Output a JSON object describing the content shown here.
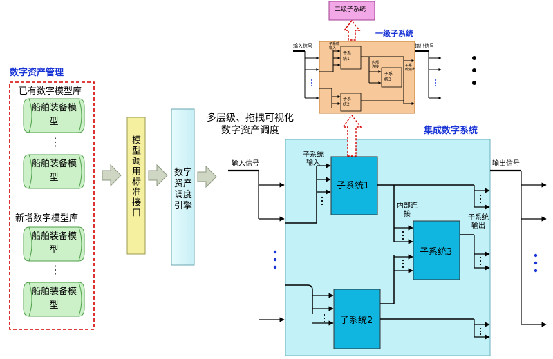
{
  "asset_mgmt": {
    "title": "数字资产管理",
    "existing_lib": "已有数字模型库",
    "new_lib": "新增数字模型库",
    "model_line1": "船舶装备模",
    "model_line2": "型",
    "ellipsis": "⋮"
  },
  "interface": {
    "label": "模型调用标准接口"
  },
  "engine": {
    "line1": "数字",
    "line2": "资产",
    "line3": "调度",
    "line4": "引擎"
  },
  "dispatch_caption": {
    "line1": "多层级、拖拽可视化",
    "line2": "数字资产调度"
  },
  "level2": {
    "label": "二级子系统"
  },
  "level1": {
    "title": "一级子系统",
    "input": "输入信号",
    "output": "输出信号",
    "sub_input": "子系统\n输入",
    "internal": "内部\n连接",
    "sub_output": "子系\n统输出",
    "sub1_l1": "子系",
    "sub1_l2": "统1",
    "sub2_l1": "子系",
    "sub2_l2": "统2",
    "sub3_l1": "子系",
    "sub3_l2": "统3"
  },
  "integrated": {
    "title": "集成数字系统",
    "input": "输入信号",
    "output": "输出信号",
    "sub_input_l1": "子系统",
    "sub_input_l2": "输入",
    "internal_l1": "内部连",
    "internal_l2": "接",
    "sub_output_l1": "子系统",
    "sub_output_l2": "输出",
    "sub1": "子系统1",
    "sub2": "子系统2",
    "sub3": "子系统3"
  },
  "colors": {
    "title_blue": "#1a35d6",
    "dashed_red": "#d40000",
    "cylinder_fill": "#ccf0c8",
    "cylinder_stroke": "#4fa04a",
    "interface_fill": "#f4f0a0",
    "engine_fill": "#d2f5fa",
    "integrated_fill": "#c2f2f7",
    "subsystem_fill": "#10b6e0",
    "level1_fill": "#f7c99a",
    "level2_fill": "#f2a8e6",
    "arrow_gray": "#cfd6c4"
  }
}
